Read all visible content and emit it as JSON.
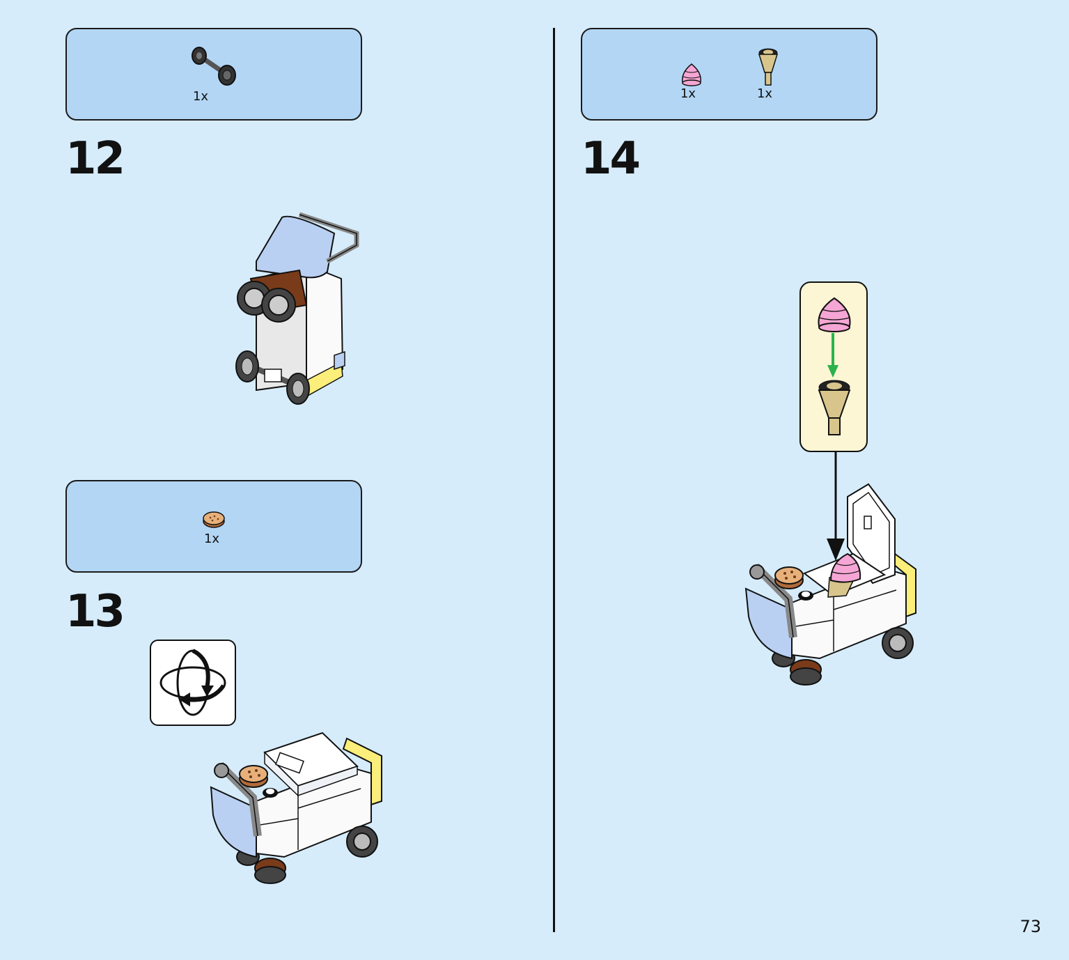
{
  "page": {
    "number": "73"
  },
  "steps": [
    {
      "number": "12",
      "parts": [
        {
          "icon": "axle-with-wheels-icon",
          "quantity": "1x"
        }
      ]
    },
    {
      "number": "13",
      "parts": [
        {
          "icon": "round-tile-cookie-icon",
          "quantity": "1x"
        }
      ],
      "rotate_icon": "rotate-model-icon"
    },
    {
      "number": "14",
      "parts": [
        {
          "icon": "pink-ice-cream-swirl-icon",
          "quantity": "1x"
        },
        {
          "icon": "tan-ice-cream-cone-icon",
          "quantity": "1x"
        }
      ]
    }
  ],
  "colors": {
    "background": "#d6ecfb",
    "parts_box": "#b3d6f5",
    "callout": "#fdf6d4",
    "outline": "#1a1a1a",
    "arrow_green": "#2bb24c"
  }
}
